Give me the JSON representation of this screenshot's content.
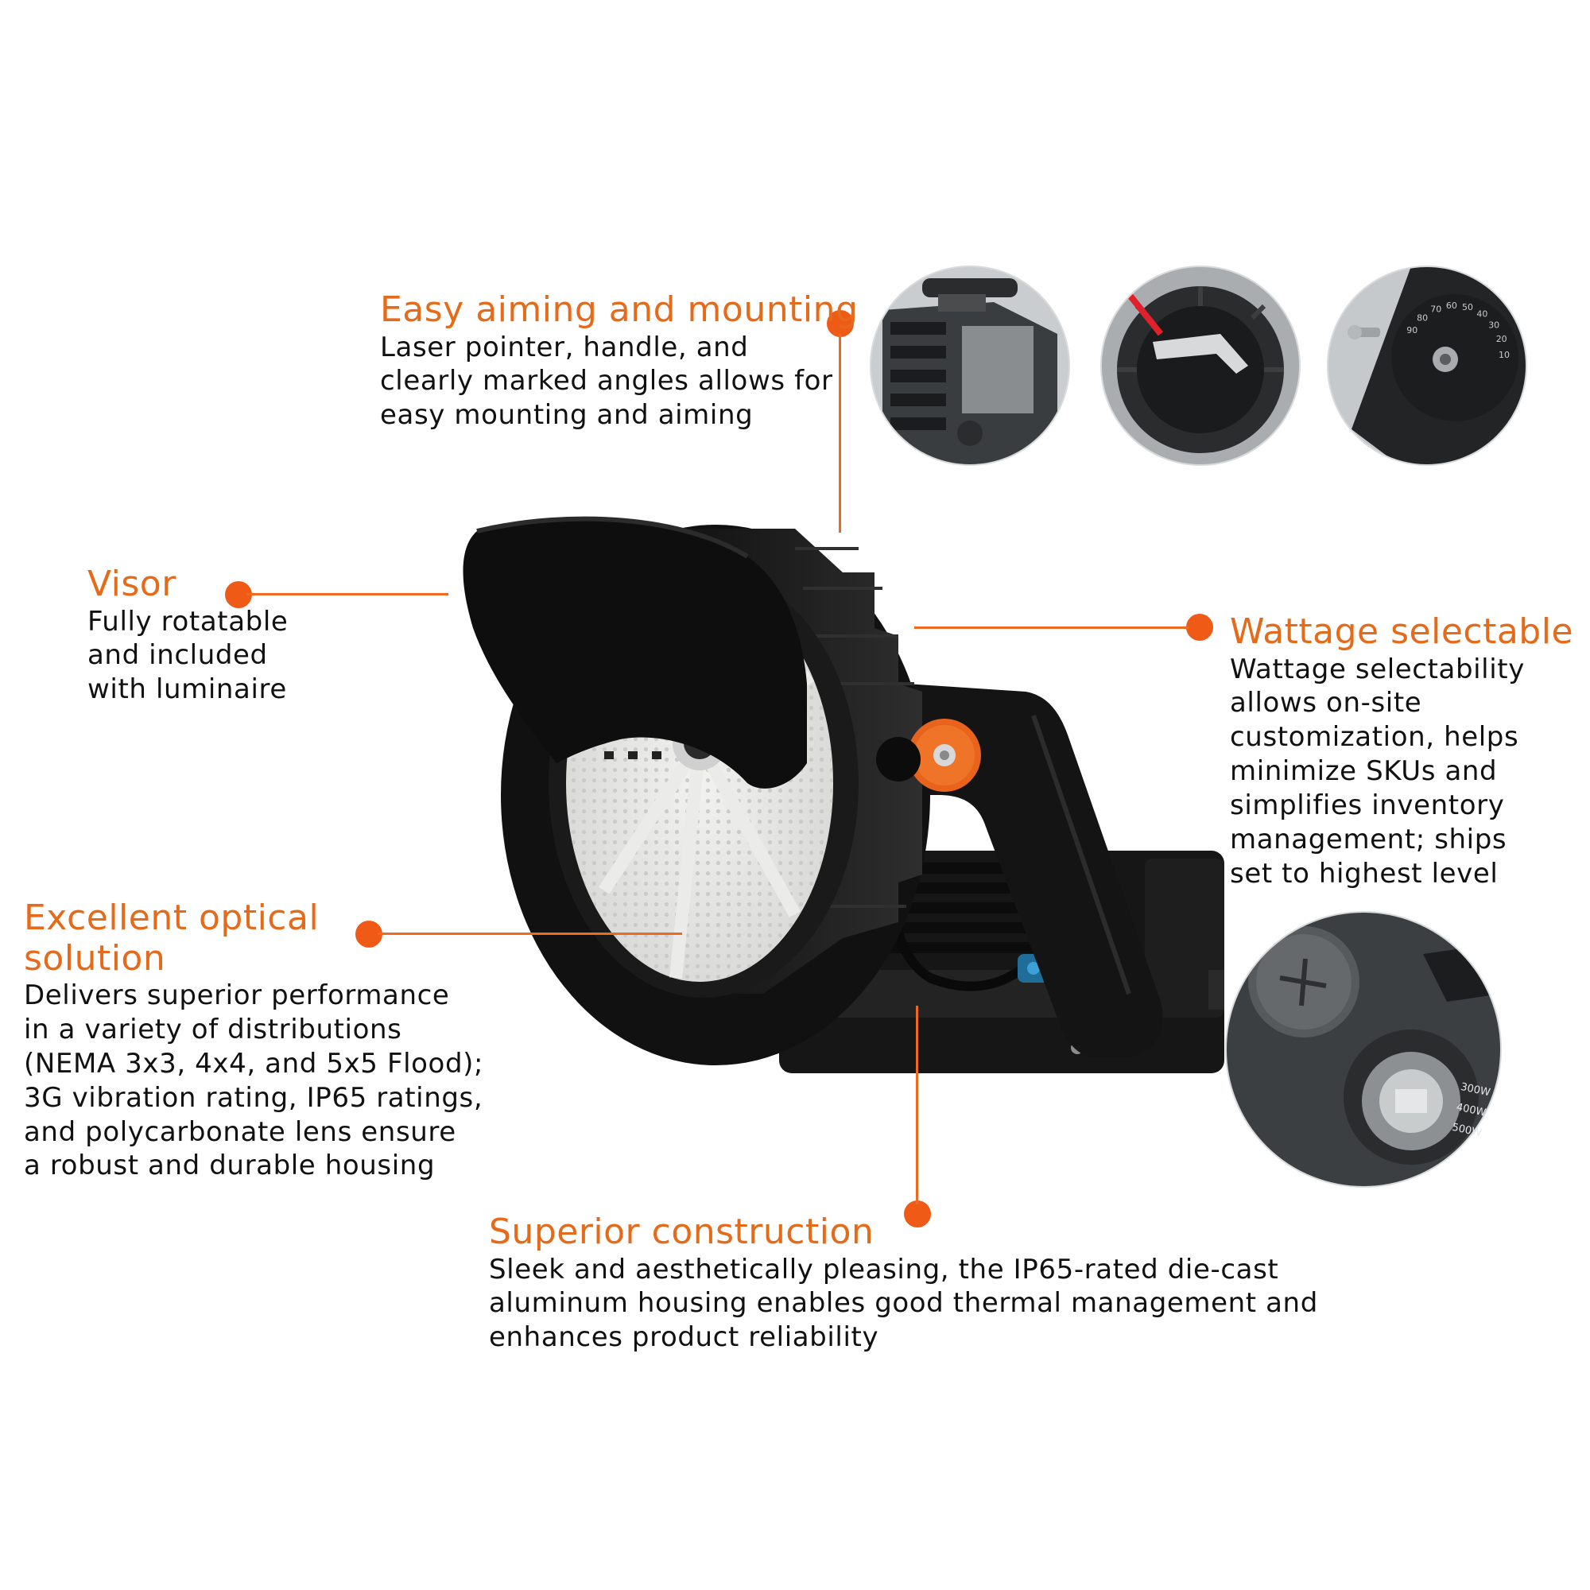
{
  "features": {
    "aiming": {
      "title": "Easy aiming and mounting",
      "body": "Laser pointer, handle, and\nclearly marked angles allows for\neasy mounting and aiming"
    },
    "visor": {
      "title": "Visor",
      "body": "Fully rotatable\nand included\nwith luminaire"
    },
    "wattage": {
      "title": "Wattage selectable",
      "body": "Wattage selectability\nallows on-site\ncustomization, helps\nminimize SKUs and\nsimplifies inventory\nmanagement; ships\nset to highest level"
    },
    "optical": {
      "title": "Excellent optical\nsolution",
      "body": "Delivers superior performance\nin a variety of distributions\n(NEMA 3x3, 4x4, and 5x5 Flood);\n3G vibration rating, IP65 ratings,\nand polycarbonate lens ensure\na robust and durable housing"
    },
    "construction": {
      "title": "Superior construction",
      "body": "Sleek and aesthetically pleasing, the IP65-rated die-cast\naluminum housing enables good thermal management and\nenhances product reliability"
    }
  },
  "detail_images": {
    "laser_pointer": {
      "icon": "laser-pointer-closeup"
    },
    "handle": {
      "icon": "aiming-handle-closeup"
    },
    "angle_dial": {
      "icon": "angle-dial-closeup",
      "marks": [
        "90",
        "80",
        "70",
        "60",
        "50",
        "40",
        "30",
        "20",
        "10"
      ]
    },
    "wattage_selector": {
      "icon": "wattage-selector-closeup",
      "options": [
        "300W",
        "400W",
        "500W"
      ]
    }
  },
  "colors": {
    "accent": "#ef5a16",
    "title": "#e56a1a",
    "text": "#111111",
    "fixture": "#1b1b1b",
    "knob": "#e8641c"
  }
}
